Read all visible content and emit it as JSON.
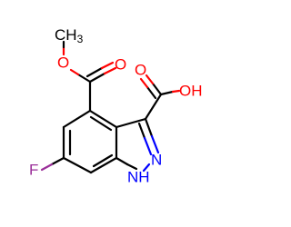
{
  "molecule": {
    "colors": {
      "bond": "#000000",
      "oxygen": "#ff0000",
      "nitrogen": "#0000ff",
      "fluorine": "#9a2e99"
    },
    "labels": {
      "methyl": "CH",
      "methyl_subscript": "3",
      "ester_ether_oxygen": "O",
      "ester_carbonyl_oxygen": "O",
      "acid_carbonyl_oxygen": "O",
      "acid_hydroxyl": "OH",
      "ring_nitrogen": "N",
      "ring_nh": "NH",
      "fluorine": "F"
    }
  }
}
